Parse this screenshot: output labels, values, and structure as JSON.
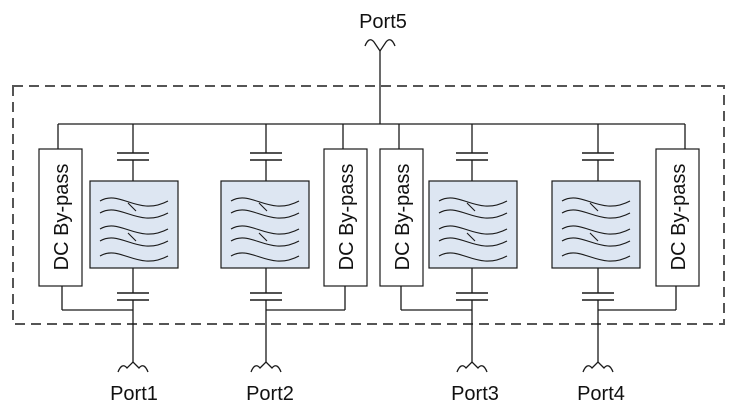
{
  "ports": {
    "port5": "Port5",
    "port1": "Port1",
    "port2": "Port2",
    "port3": "Port3",
    "port4": "Port4"
  },
  "bypass_label": "DC By-pass",
  "colors": {
    "filter_fill": "#dde6f2",
    "line": "#1a1a1a",
    "dashed_border": "#555555"
  }
}
